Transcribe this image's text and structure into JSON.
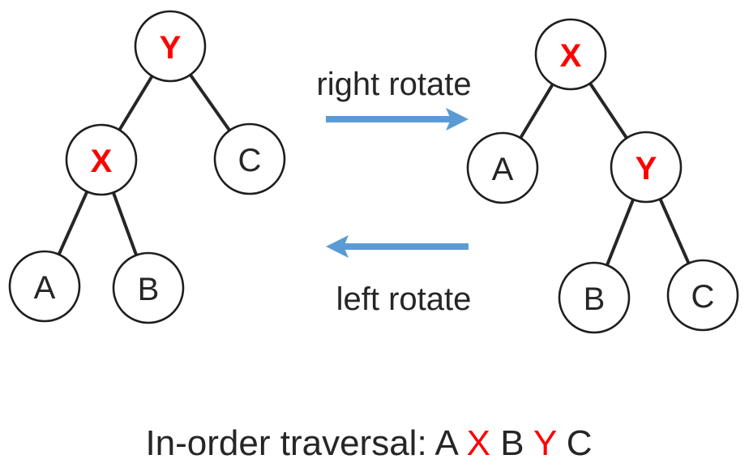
{
  "title": "Tree rotation",
  "colors": {
    "highlight": "#ff0000",
    "arrow": "#5b9bd5",
    "ink": "#262626"
  },
  "operations": {
    "right_rotate": "right rotate",
    "left_rotate": "left rotate"
  },
  "trees": {
    "left": {
      "name": "before-right-rotate",
      "nodes": [
        {
          "id": "Y",
          "label": "Y",
          "highlight": true
        },
        {
          "id": "X",
          "label": "X",
          "highlight": true
        },
        {
          "id": "C",
          "label": "C",
          "highlight": false
        },
        {
          "id": "A",
          "label": "A",
          "highlight": false
        },
        {
          "id": "B",
          "label": "B",
          "highlight": false
        }
      ],
      "edges": [
        [
          "Y",
          "X"
        ],
        [
          "Y",
          "C"
        ],
        [
          "X",
          "A"
        ],
        [
          "X",
          "B"
        ]
      ]
    },
    "right": {
      "name": "after-right-rotate",
      "nodes": [
        {
          "id": "X",
          "label": "X",
          "highlight": true
        },
        {
          "id": "A",
          "label": "A",
          "highlight": false
        },
        {
          "id": "Y",
          "label": "Y",
          "highlight": true
        },
        {
          "id": "B",
          "label": "B",
          "highlight": false
        },
        {
          "id": "C",
          "label": "C",
          "highlight": false
        }
      ],
      "edges": [
        [
          "X",
          "A"
        ],
        [
          "X",
          "Y"
        ],
        [
          "Y",
          "B"
        ],
        [
          "Y",
          "C"
        ]
      ]
    }
  },
  "caption": {
    "prefix": "In-order traversal:",
    "sequence": [
      {
        "label": "A",
        "highlight": false
      },
      {
        "label": "X",
        "highlight": true
      },
      {
        "label": "B",
        "highlight": false
      },
      {
        "label": "Y",
        "highlight": true
      },
      {
        "label": "C",
        "highlight": false
      }
    ]
  }
}
